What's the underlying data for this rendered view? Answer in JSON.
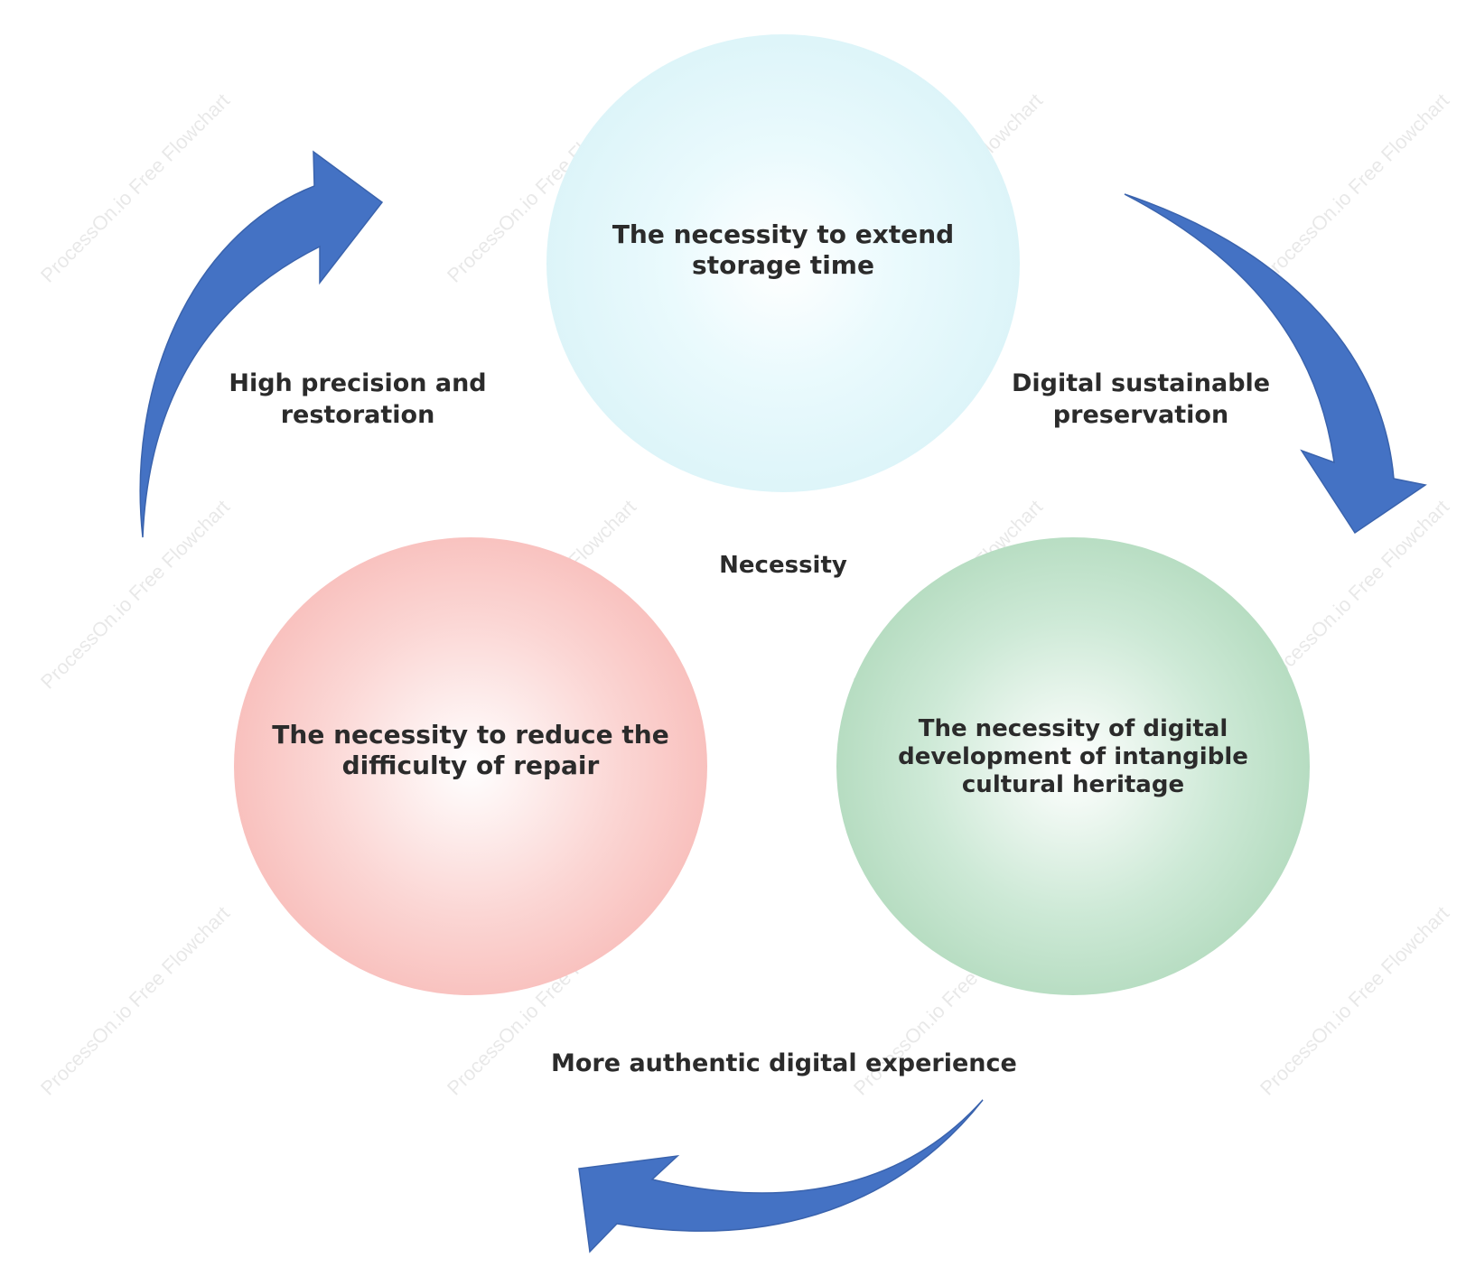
{
  "diagram": {
    "center_label": "Necessity",
    "nodes": [
      {
        "id": "top",
        "label": "The necessity to extend storage time",
        "color": "#d2f0f5"
      },
      {
        "id": "right",
        "label": "The necessity of digital development of intangible cultural heritage",
        "color": "#9ecfab"
      },
      {
        "id": "left",
        "label": "The necessity to reduce the difficulty of repair",
        "color": "#f6aaa6"
      }
    ],
    "edges": [
      {
        "from": "top",
        "to": "right",
        "label": "Digital sustainable preservation"
      },
      {
        "from": "right",
        "to": "left",
        "label": "More authentic digital experience"
      },
      {
        "from": "left",
        "to": "top",
        "label": "High precision and restoration"
      }
    ],
    "arrow_color": "#4472c4"
  },
  "watermark": "ProcessOn.io Free Flowchart"
}
